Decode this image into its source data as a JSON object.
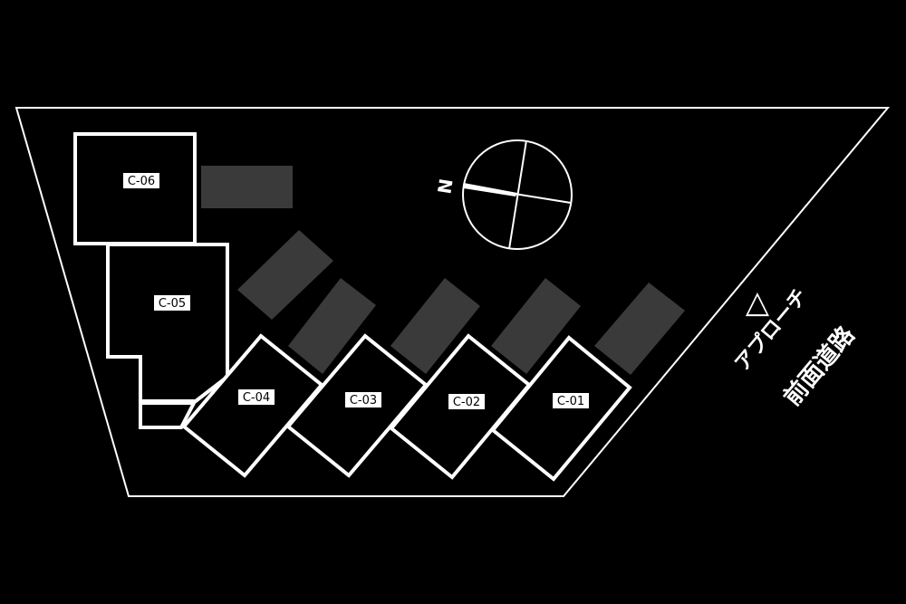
{
  "site_plan": {
    "lots": [
      {
        "id": "C-01",
        "label": "C-01"
      },
      {
        "id": "C-02",
        "label": "C-02"
      },
      {
        "id": "C-03",
        "label": "C-03"
      },
      {
        "id": "C-04",
        "label": "C-04"
      },
      {
        "id": "C-05",
        "label": "C-05"
      },
      {
        "id": "C-06",
        "label": "C-06"
      }
    ],
    "compass": {
      "north_label": "N"
    },
    "approach": {
      "label": "アプローチ",
      "marker": "△"
    },
    "road": {
      "label": "前面道路"
    }
  },
  "colors": {
    "background": "#000000",
    "line": "#ffffff",
    "parking": "#3a3a3a"
  }
}
